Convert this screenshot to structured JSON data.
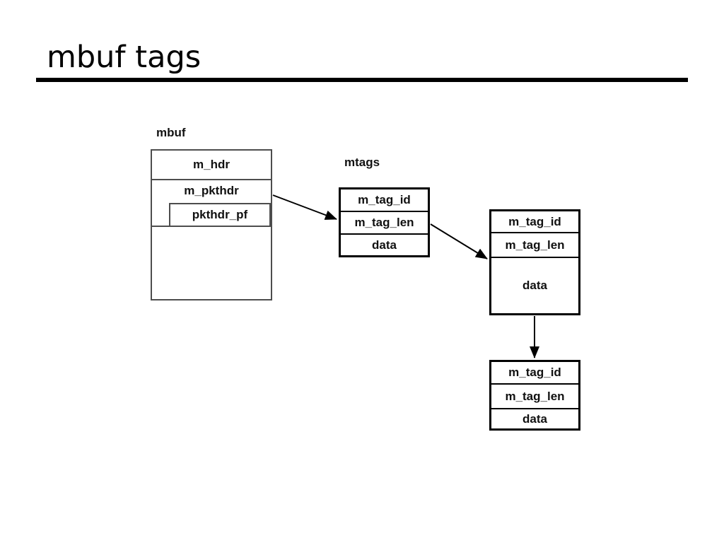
{
  "slide": {
    "title": "mbuf tags"
  },
  "diagram": {
    "mbuf": {
      "label": "mbuf",
      "rows": {
        "m_hdr": "m_hdr",
        "m_pkthdr": "m_pkthdr",
        "pkthdr_pf": "pkthdr_pf"
      }
    },
    "mtags": {
      "label": "mtags",
      "tag1": {
        "rows": [
          "m_tag_id",
          "m_tag_len",
          "data"
        ]
      },
      "tag2": {
        "rows": [
          "m_tag_id",
          "m_tag_len",
          "data"
        ]
      },
      "tag3": {
        "rows": [
          "m_tag_id",
          "m_tag_len",
          "data"
        ]
      }
    },
    "arrows": [
      {
        "from": "mbuf.pkthdr_pf",
        "to": "mtags.tag1"
      },
      {
        "from": "mtags.tag1",
        "to": "mtags.tag2"
      },
      {
        "from": "mtags.tag2",
        "to": "mtags.tag3"
      }
    ]
  },
  "colors": {
    "background": "#ffffff",
    "title_text": "#000000",
    "title_rule": "#000000",
    "mbuf_box_border": "#4d4d4d",
    "tag_box_border": "#000000",
    "box_text": "#111111",
    "arrow": "#000000"
  }
}
